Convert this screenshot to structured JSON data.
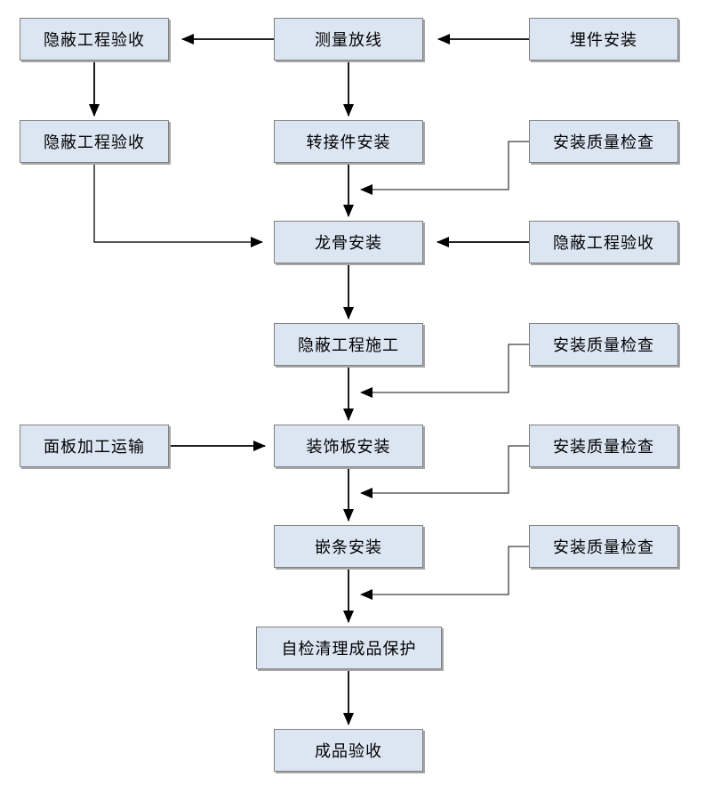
{
  "diagram": {
    "type": "flowchart",
    "language": "zh-CN",
    "colors": {
      "node_fill": "#dce6f2",
      "node_border": "#808080",
      "node_shadow": "#a6a6a6",
      "arrow": "#000000",
      "text": "#000000",
      "background": "#ffffff"
    }
  },
  "nodes": [
    {
      "id": "concealed-acceptance-1",
      "label": "隐蔽工程验收"
    },
    {
      "id": "survey-setting-out",
      "label": "测量放线"
    },
    {
      "id": "embedded-parts-installation",
      "label": "埋件安装"
    },
    {
      "id": "concealed-acceptance-2",
      "label": "隐蔽工程验收"
    },
    {
      "id": "adapter-installation",
      "label": "转接件安装"
    },
    {
      "id": "installation-quality-check-1",
      "label": "安装质量检查"
    },
    {
      "id": "keel-installation",
      "label": "龙骨安装"
    },
    {
      "id": "concealed-acceptance-3",
      "label": "隐蔽工程验收"
    },
    {
      "id": "concealed-work-construction",
      "label": "隐蔽工程施工"
    },
    {
      "id": "installation-quality-check-2",
      "label": "安装质量检查"
    },
    {
      "id": "panel-processing-transport",
      "label": "面板加工运输"
    },
    {
      "id": "decorative-panel-installation",
      "label": "装饰板安装"
    },
    {
      "id": "installation-quality-check-3",
      "label": "安装质量检查"
    },
    {
      "id": "trim-strip-installation",
      "label": "嵌条安装"
    },
    {
      "id": "installation-quality-check-4",
      "label": "安装质量检查"
    },
    {
      "id": "self-inspection-cleaning-protection",
      "label": "自检清理成品保护"
    },
    {
      "id": "finished-product-acceptance",
      "label": "成品验收"
    }
  ],
  "edges": [
    {
      "from": "survey-setting-out",
      "to": "concealed-acceptance-1"
    },
    {
      "from": "embedded-parts-installation",
      "to": "survey-setting-out"
    },
    {
      "from": "concealed-acceptance-1",
      "to": "concealed-acceptance-2"
    },
    {
      "from": "survey-setting-out",
      "to": "adapter-installation"
    },
    {
      "from": "adapter-installation",
      "to": "keel-installation"
    },
    {
      "from": "installation-quality-check-1",
      "to": "keel-installation",
      "via": "joins adapter→keel flow line"
    },
    {
      "from": "concealed-acceptance-2",
      "to": "keel-installation"
    },
    {
      "from": "concealed-acceptance-3",
      "to": "keel-installation"
    },
    {
      "from": "keel-installation",
      "to": "concealed-work-construction"
    },
    {
      "from": "installation-quality-check-2",
      "to": "decorative-panel-installation",
      "via": "joins concealed-work→panel flow line"
    },
    {
      "from": "concealed-work-construction",
      "to": "decorative-panel-installation"
    },
    {
      "from": "panel-processing-transport",
      "to": "decorative-panel-installation"
    },
    {
      "from": "installation-quality-check-3",
      "to": "trim-strip-installation",
      "via": "joins panel→trim flow line"
    },
    {
      "from": "decorative-panel-installation",
      "to": "trim-strip-installation"
    },
    {
      "from": "installation-quality-check-4",
      "to": "self-inspection-cleaning-protection",
      "via": "joins trim→self-inspection flow line"
    },
    {
      "from": "trim-strip-installation",
      "to": "self-inspection-cleaning-protection"
    },
    {
      "from": "self-inspection-cleaning-protection",
      "to": "finished-product-acceptance"
    }
  ]
}
